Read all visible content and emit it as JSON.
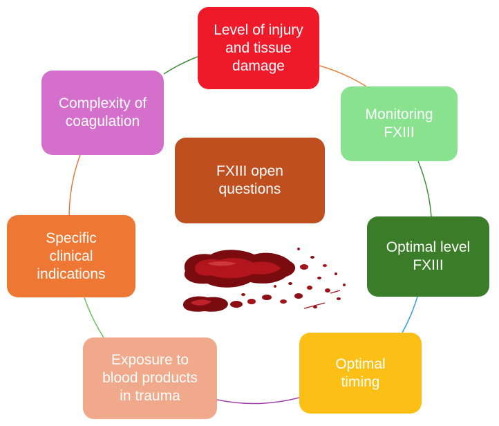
{
  "diagram": {
    "center": {
      "label": "FXIII open\nquestions",
      "color": "#bf4f1f"
    },
    "nodes": [
      {
        "id": "injury",
        "label": "Level of injury\nand tissue\ndamage",
        "color": "#ee1a2a"
      },
      {
        "id": "monitoring",
        "label": "Monitoring\nFXIII",
        "color": "#88e28e"
      },
      {
        "id": "optimal",
        "label": "Optimal level\nFXIII",
        "color": "#3a7c28"
      },
      {
        "id": "timing",
        "label": "Optimal\ntiming",
        "color": "#fbbf16"
      },
      {
        "id": "exposure",
        "label": "Exposure to\nblood products\nin trauma",
        "color": "#f0a98a"
      },
      {
        "id": "indications",
        "label": "Specific\nclinical\nindications",
        "color": "#ee7733"
      },
      {
        "id": "complexity",
        "label": "Complexity of\ncoagulation",
        "color": "#d470cc"
      }
    ],
    "connector_colors": [
      "#e5803a",
      "#3f8d3a",
      "#2ea1d6",
      "#a040a8",
      "#6abf5a",
      "#e07a3a",
      "#3f8d3a"
    ],
    "image": "blood-splatter"
  }
}
